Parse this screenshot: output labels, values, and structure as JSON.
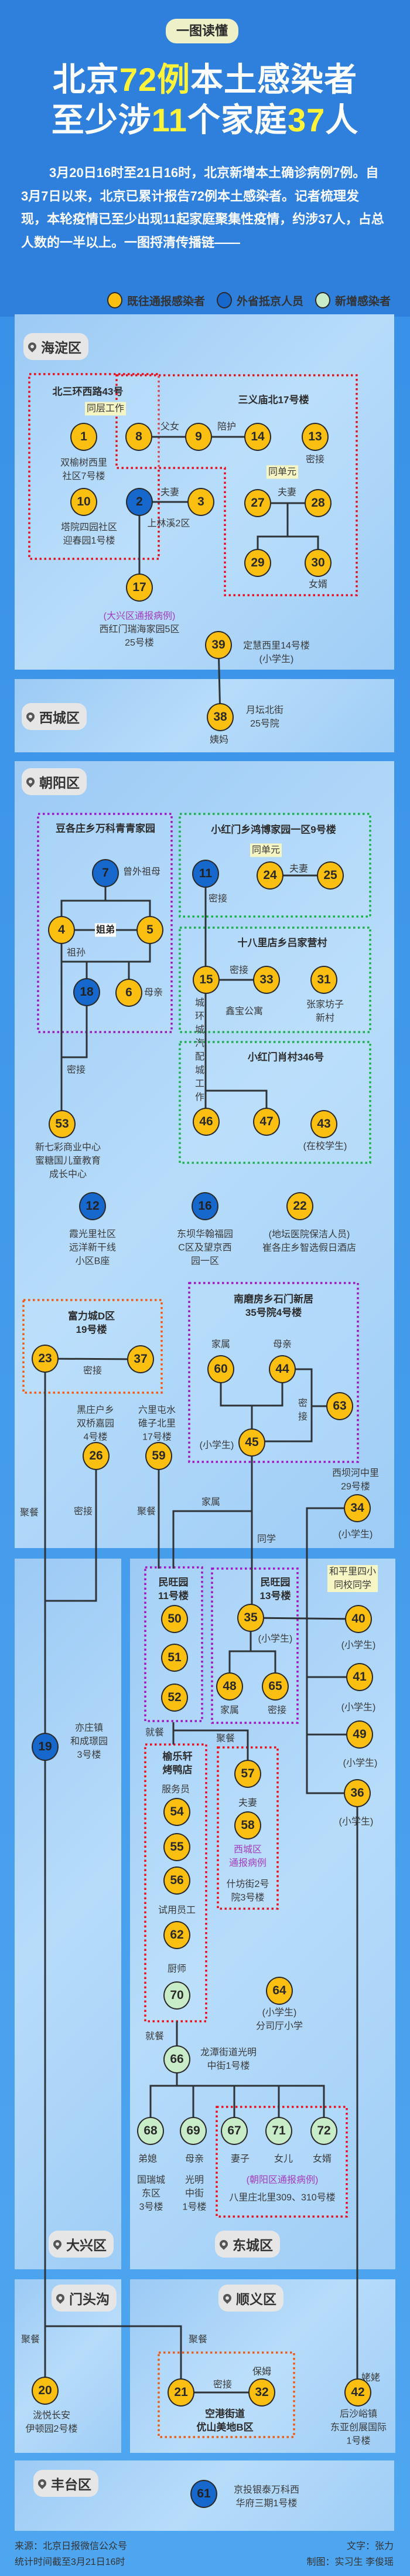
{
  "header": {
    "badge": "一图读懂",
    "title_line1": {
      "a": "北京",
      "b": "72例",
      "c": "本土感染者"
    },
    "title_line2": {
      "a": "至少涉",
      "b": "11",
      "c": "个家庭",
      "d": "37",
      "e": "人"
    },
    "intro": "3月20日16时至21日16时，北京新增本土确诊病例7例。自3月7日以来，北京已累计报告72例本土感染者。记者梳理发现，本轮疫情已至少出现11起家庭聚集性疫情，约涉37人，占总人数的一半以上。一图捋清传播链——"
  },
  "legend": {
    "prior": "既往通报感染者",
    "outside": "外省抵京人员",
    "new": "新增感染者"
  },
  "colors": {
    "prior": "#fbbf12",
    "outside": "#1668cc",
    "new": "#c9ecc8",
    "box_red": "#e8101e",
    "box_purple": "#a014c8",
    "box_green": "#1ab04a",
    "box_orange": "#f05a14"
  },
  "districts": {
    "haidian": "海淀区",
    "xicheng": "西城区",
    "chaoyang": "朝阳区",
    "daxing": "大兴区",
    "dongcheng": "东城区",
    "mentougou": "门头沟",
    "shunyi": "顺义区",
    "fengtai": "丰台区"
  },
  "cases": {
    "1": "prior",
    "2": "outside",
    "3": "prior",
    "4": "prior",
    "5": "prior",
    "6": "prior",
    "7": "outside",
    "8": "prior",
    "9": "prior",
    "10": "prior",
    "11": "outside",
    "12": "outside",
    "13": "prior",
    "14": "prior",
    "15": "prior",
    "16": "outside",
    "17": "prior",
    "18": "outside",
    "19": "outside",
    "20": "prior",
    "21": "prior",
    "22": "prior",
    "23": "prior",
    "24": "prior",
    "25": "prior",
    "26": "prior",
    "27": "prior",
    "28": "prior",
    "29": "prior",
    "30": "prior",
    "31": "prior",
    "32": "prior",
    "33": "prior",
    "34": "prior",
    "35": "prior",
    "36": "prior",
    "37": "prior",
    "38": "prior",
    "39": "prior",
    "40": "prior",
    "41": "prior",
    "42": "prior",
    "43": "prior",
    "44": "prior",
    "45": "prior",
    "46": "prior",
    "47": "prior",
    "48": "prior",
    "49": "prior",
    "50": "prior",
    "51": "prior",
    "52": "prior",
    "53": "prior",
    "54": "prior",
    "55": "prior",
    "56": "prior",
    "57": "prior",
    "58": "prior",
    "59": "prior",
    "60": "prior",
    "61": "outside",
    "62": "prior",
    "63": "prior",
    "64": "prior",
    "65": "prior",
    "66": "new",
    "67": "new",
    "68": "new",
    "69": "new",
    "70": "new",
    "71": "new",
    "72": "new"
  },
  "labels": [
    "北三环西路43号",
    "同层工作",
    "三义庙北17号楼",
    "父女",
    "陪护",
    "双榆树西里\n社区7号楼",
    "密接",
    "同单元",
    "夫妻",
    "夫妻",
    "塔院四园社区\n迎春园1号楼",
    "上林溪2区",
    "女婿",
    "(大兴区通报病例)",
    "西红门瑞海家园5区\n25号楼",
    "定慧西里14号楼\n(小学生)",
    "月坛北街\n25号院",
    "姨妈",
    "豆各庄乡万科青青家园",
    "小红门乡鸿博家园一区9号楼",
    "同单元",
    "曾外祖母",
    "夫妻",
    "密接",
    "姐弟",
    "祖孙",
    "母亲",
    "十八里店乡吕家营村",
    "密接",
    "鑫宝公寓",
    "张家坊子\n新村",
    "城环城汽配城工作",
    "小红门肖村346号",
    "密接",
    "(在校学生)",
    "新七彩商业中心\n蜜糖国儿童教育\n成长中心",
    "霞光里社区\n远洋新干线\n小区B座",
    "东坝华翰福园\nC区及望京西\n园一区",
    "(地坛医院保洁人员)\n崔各庄乡智选假日酒店",
    "富力城D区\n19号楼",
    "南磨房乡石门新居\n35号院4号楼",
    "密接",
    "家属",
    "母亲",
    "密接",
    "(小学生)",
    "黑庄户乡\n双桥嘉园\n4号楼",
    "六里屯水\n碓子北里\n17号楼",
    "西坝河中里\n29号楼",
    "(小学生)",
    "聚餐",
    "密接",
    "聚餐",
    "家属",
    "同学",
    "和平里四小\n同校同学",
    "民旺园\n11号楼",
    "民旺园\n13号楼",
    "(小学生)",
    "(小学生)",
    "家属",
    "密接",
    "(小学生)",
    "(小学生)",
    "(小学生)",
    "就餐",
    "聚餐",
    "亦庄镇\n和成璟园\n3号楼",
    "榆乐轩\n烤鸭店",
    "服务员",
    "试用员工",
    "厨师",
    "夫妻",
    "西城区\n通报病例",
    "什坊街2号\n院3号楼",
    "(小学生)\n分司厅小学",
    "就餐",
    "龙潭街道光明\n中街1号楼",
    "弟媳",
    "母亲",
    "妻子",
    "女儿",
    "女婿",
    "国瑞城\n东区\n3号楼",
    "光明\n中街\n1号楼",
    "(朝阳区通报病例)",
    "八里庄北里309、310号楼",
    "聚餐",
    "聚餐",
    "姥姥",
    "泷悦长安\n伊顿园2号楼",
    "保姆",
    "密接",
    "空港街道\n优山美地B区",
    "后沙峪镇\n东亚创展国际\n1号楼",
    "京投银泰万科西\n华府三期1号楼"
  ],
  "footer": {
    "source": "来源：北京日报微信公众号",
    "stat_time": "统计时间截至3月21日16时",
    "text_by": "文字：张力",
    "chart_by": "制图：实习生 李俊瑶"
  }
}
